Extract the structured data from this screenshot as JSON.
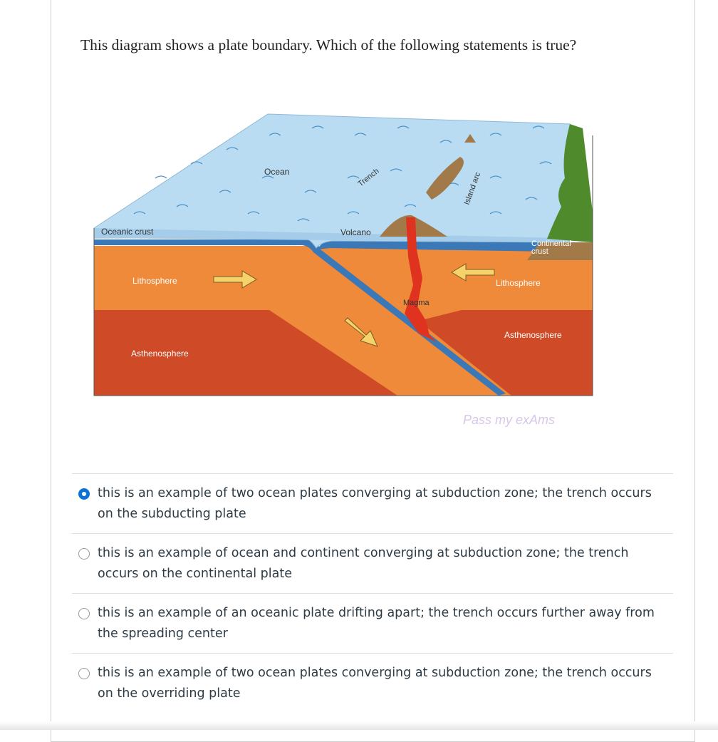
{
  "question": {
    "text": "This diagram shows a plate boundary. Which of the following statements is true?"
  },
  "diagram": {
    "labels": {
      "ocean": "Ocean",
      "trench": "Trench",
      "island_arc": "Island arc",
      "oceanic_crust": "Oceanic crust",
      "volcano": "Volcano",
      "continental_crust_line1": "Continental",
      "continental_crust_line2": "crust",
      "lithosphere_left": "Lithosphere",
      "lithosphere_right": "Lithosphere",
      "magma": "Magma",
      "asthenosphere_left": "Asthenosphere",
      "asthenosphere_right": "Asthenosphere"
    },
    "watermark": "Pass my exAms",
    "colors": {
      "ocean": "#b9dcf2",
      "crust": "#3a78b8",
      "lithosphere": "#ee8a3a",
      "asthenosphere": "#cf4a26",
      "magma": "#e0331f",
      "land": "#a27a4a",
      "vegetation": "#4f8a2c",
      "arrow": "#f5d36a"
    }
  },
  "options": [
    {
      "text": "this is an example of two ocean plates converging at subduction zone; the trench occurs on the subducting plate",
      "selected": true
    },
    {
      "text": "this is an example of ocean and continent converging at subduction zone; the trench occurs on the continental plate",
      "selected": false
    },
    {
      "text": "this is an example of an oceanic plate drifting apart; the trench occurs further away from the spreading center",
      "selected": false
    },
    {
      "text": "this is an example of two ocean plates converging at subduction zone; the trench occurs on the overriding plate",
      "selected": false
    }
  ],
  "accent_color": "#0b72d6"
}
